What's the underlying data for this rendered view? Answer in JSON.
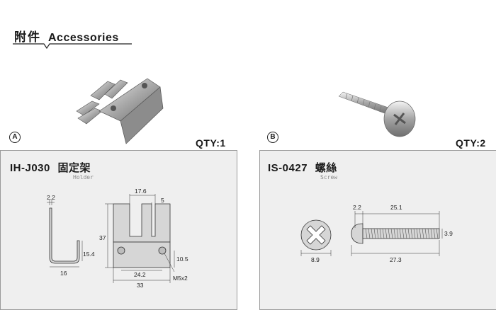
{
  "header": {
    "title_cn": "附件",
    "title_en": "Accessories"
  },
  "parts": [
    {
      "marker": "A",
      "qty": "QTY:1",
      "code": "IH-J030",
      "name_cn": "固定架",
      "name_en": "Holder",
      "dims": {
        "thickness": "2.2",
        "width": "16",
        "leg": "15.4",
        "top": "17.6",
        "slot": "5",
        "height": "37",
        "hole_h": "10.5",
        "hole_spacing": "24.2",
        "overall": "33",
        "hole_label": "M5x2"
      }
    },
    {
      "marker": "B",
      "qty": "QTY:2",
      "code": "IS-0427",
      "name_cn": "螺絲",
      "name_en": "Screw",
      "dims": {
        "head_dia": "8.9",
        "head_thick": "2.2",
        "shank": "25.1",
        "total": "27.3",
        "thread_dia": "3.9"
      }
    }
  ],
  "colors": {
    "panel_bg": "#efefef",
    "panel_border": "#9a9a9a",
    "part_fill": "#d6d6d6",
    "line": "#333333"
  }
}
